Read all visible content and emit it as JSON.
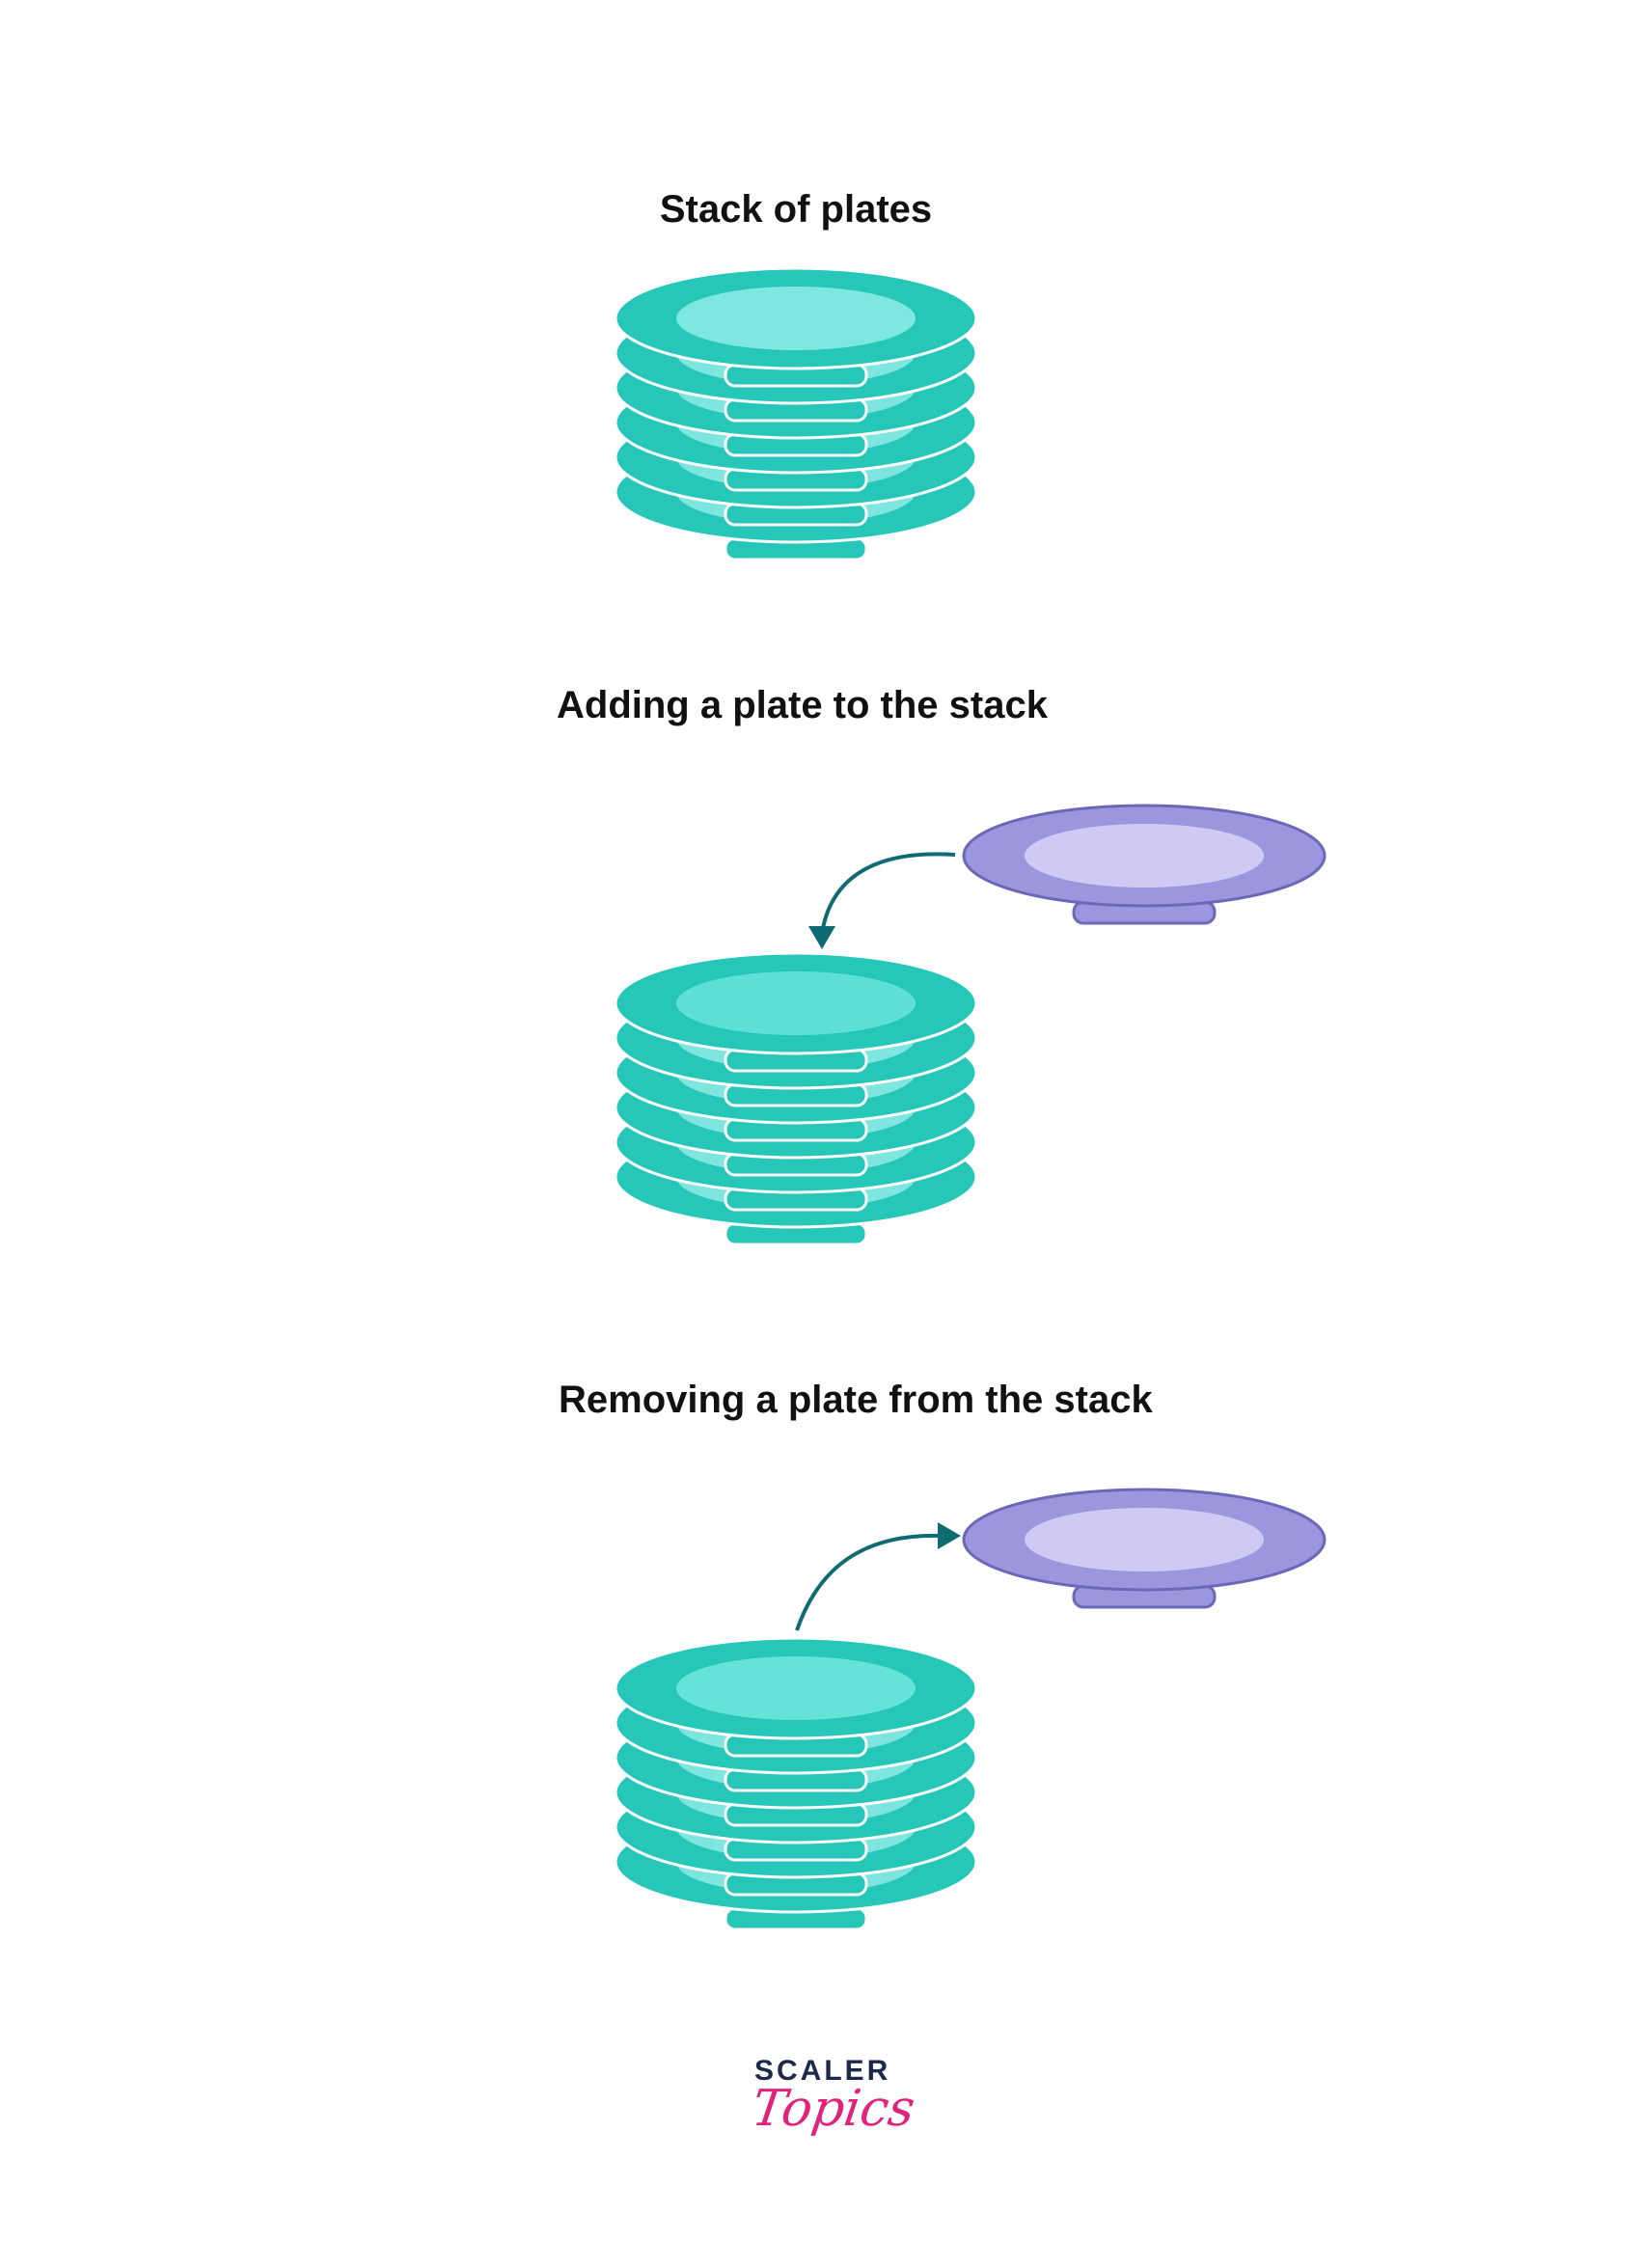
{
  "sections": [
    {
      "title": "Stack of plates"
    },
    {
      "title": "Adding a plate to the stack"
    },
    {
      "title": "Removing a plate from the stack"
    }
  ],
  "stacks": {
    "plate_count": 6
  },
  "logo": {
    "word": "SCALER",
    "script": "Topics"
  },
  "colors": {
    "stack_plate_rim": "#26c6b9",
    "stack_plate_inner_top_1": "#7ee8e0",
    "stack_plate_inner_top_2": "#5ee0d6",
    "stack_plate_inner_top_3": "#66e3d9",
    "stack_plate_inner_lower": "#7ee6de",
    "plate_outline": "#ffffff",
    "moving_plate_rim": "#9b96de",
    "moving_plate_inner": "#cfcaf3",
    "moving_plate_stroke": "#6d67b8",
    "arrow": "#0e6b73",
    "logo_word": "#1b2a4a",
    "logo_script": "#e0237b"
  }
}
